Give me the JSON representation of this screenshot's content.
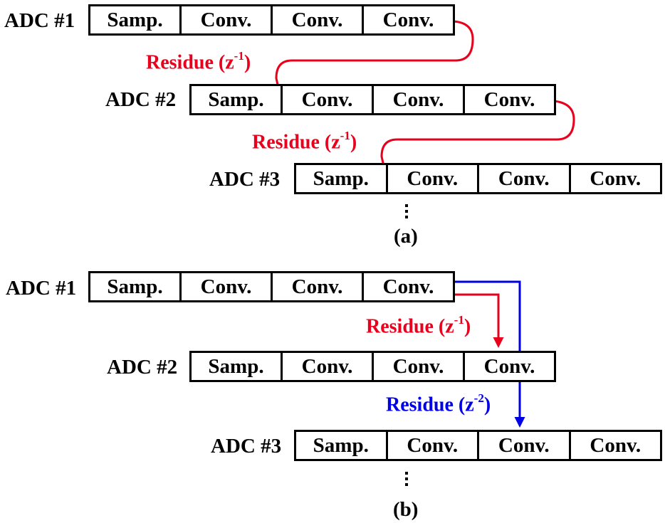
{
  "colors": {
    "red_arrow": "#e8001c",
    "blue_arrow": "#0000e6",
    "ink": "#000000"
  },
  "slot_labels": {
    "samp": "Samp.",
    "conv": "Conv."
  },
  "panel_a": {
    "caption": "(a)",
    "adcs": [
      {
        "label": "ADC #1",
        "slots": [
          "Samp.",
          "Conv.",
          "Conv.",
          "Conv."
        ]
      },
      {
        "label": "ADC #2",
        "slots": [
          "Samp.",
          "Conv.",
          "Conv.",
          "Conv."
        ]
      },
      {
        "label": "ADC #3",
        "slots": [
          "Samp.",
          "Conv.",
          "Conv.",
          "Conv."
        ]
      }
    ],
    "residues": [
      {
        "text": "Residue (z",
        "exp": "-1",
        "close": ")",
        "color": "red"
      },
      {
        "text": "Residue (z",
        "exp": "-1",
        "close": ")",
        "color": "red"
      }
    ]
  },
  "panel_b": {
    "caption": "(b)",
    "adcs": [
      {
        "label": "ADC #1",
        "slots": [
          "Samp.",
          "Conv.",
          "Conv.",
          "Conv."
        ]
      },
      {
        "label": "ADC #2",
        "slots": [
          "Samp.",
          "Conv.",
          "Conv.",
          "Conv."
        ]
      },
      {
        "label": "ADC #3",
        "slots": [
          "Samp.",
          "Conv.",
          "Conv.",
          "Conv."
        ]
      }
    ],
    "residues": [
      {
        "text": "Residue (z",
        "exp": "-1",
        "close": ")",
        "color": "red"
      },
      {
        "text": "Residue (z",
        "exp": "-2",
        "close": ")",
        "color": "blue"
      }
    ]
  }
}
